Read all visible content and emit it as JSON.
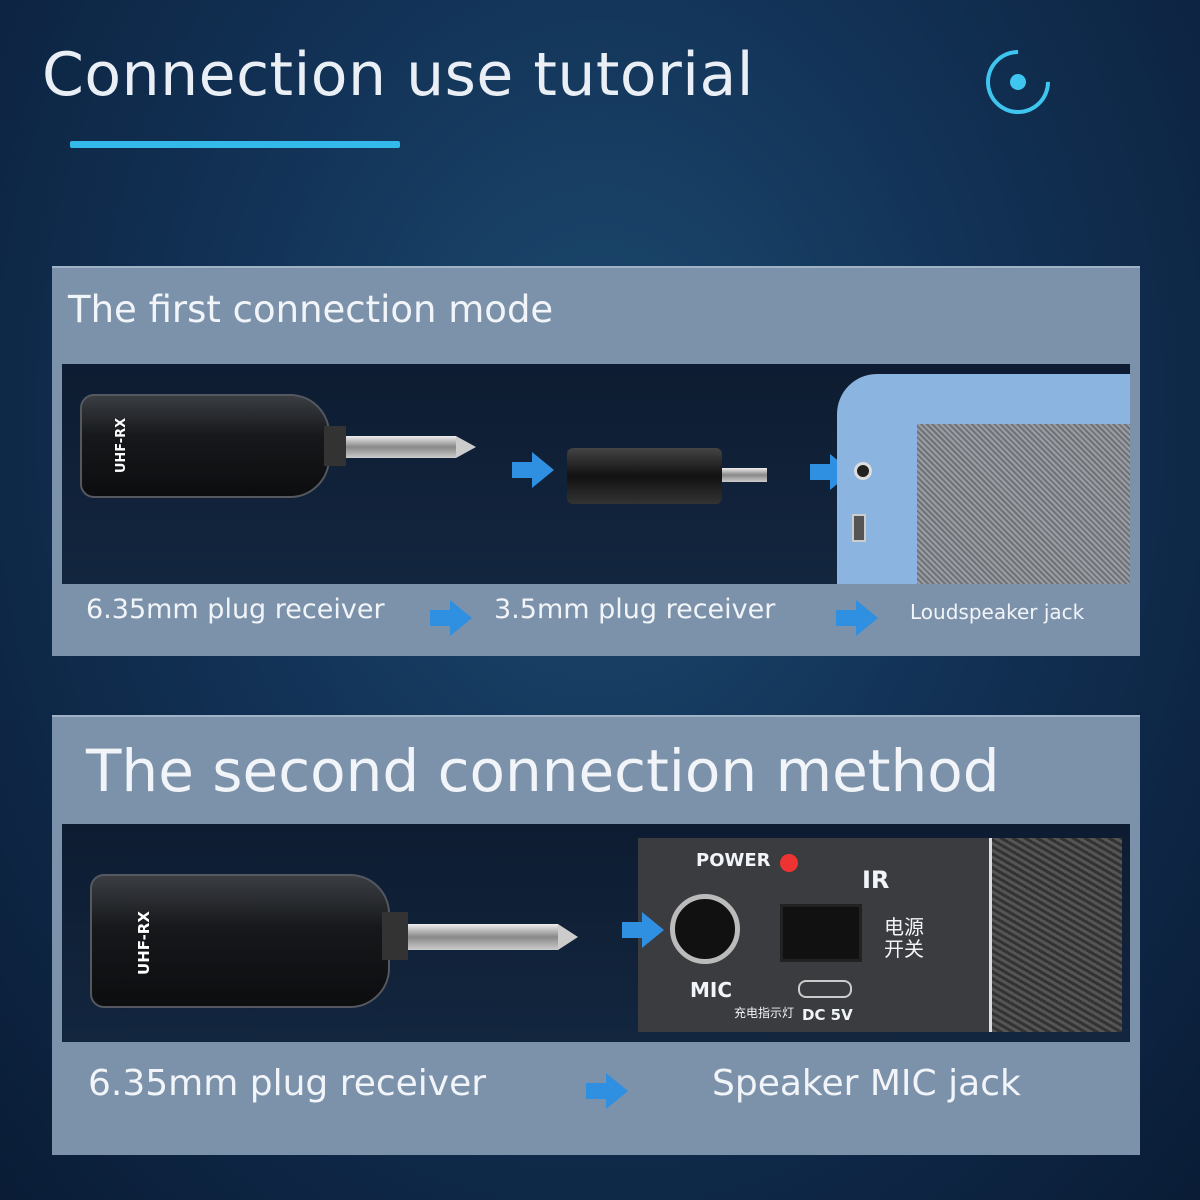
{
  "header": {
    "title": "Connection use tutorial",
    "icon": "target-ring-icon",
    "accent": "#33b9ea"
  },
  "panel1": {
    "title": "The first connection mode",
    "device_label": "UHF-RX",
    "labels": [
      "6.35mm plug receiver",
      "3.5mm plug receiver",
      "Loudspeaker jack"
    ],
    "arrow_color": "#2f8fe0"
  },
  "panel2": {
    "title": "The second connection method",
    "device_label": "UHF-RX",
    "panel_text": {
      "power": "POWER",
      "mic": "MIC",
      "ir": "IR",
      "switch": "电源开关",
      "charge": "充电指示灯",
      "dc": "DC  5V"
    },
    "labels": [
      "6.35mm plug receiver",
      "Speaker MIC jack"
    ]
  }
}
